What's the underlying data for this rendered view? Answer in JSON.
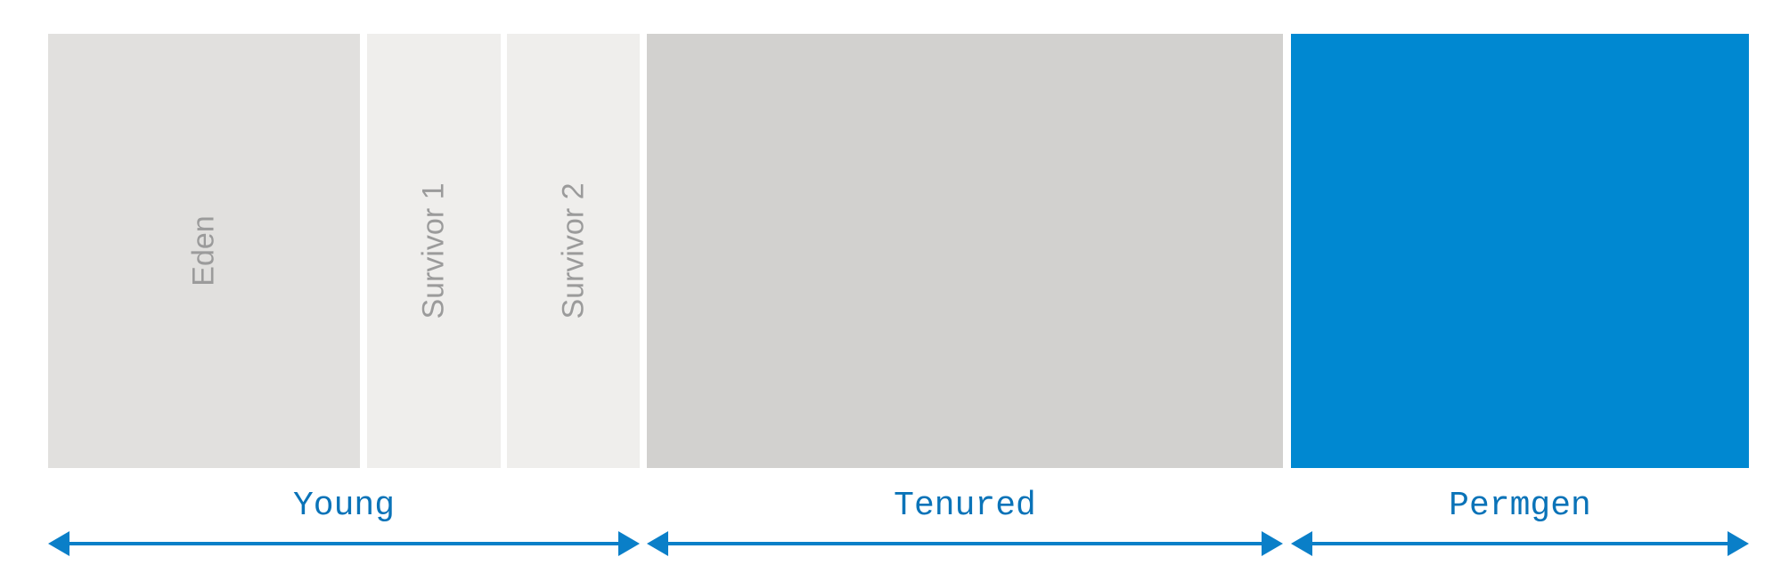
{
  "regions": {
    "eden": "Eden",
    "survivor1": "Survivor 1",
    "survivor2": "Survivor 2"
  },
  "generations": {
    "young": "Young",
    "tenured": "Tenured",
    "permgen": "Permgen"
  },
  "colors": {
    "eden": "#e1e0de",
    "survivor": "#efeeec",
    "tenured": "#d2d1cf",
    "permgen": "#0088d1",
    "arrow": "#0a7fc8",
    "region_label": "#9b9b9b",
    "generation_label": "#0a73b8"
  }
}
